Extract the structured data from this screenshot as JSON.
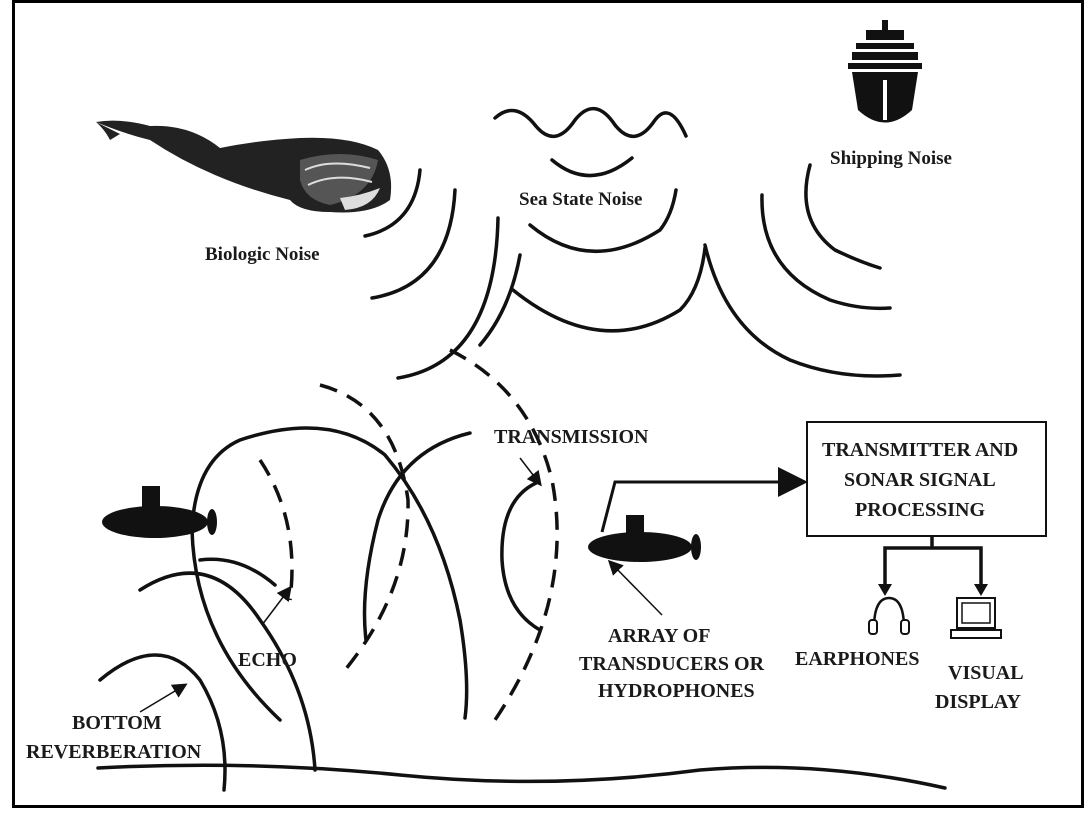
{
  "labels": {
    "biologic": "Biologic Noise",
    "sea_state": "Sea State Noise",
    "shipping": "Shipping Noise",
    "transmission": "TRANSMISSION",
    "echo": "ECHO",
    "bottom_1": "BOTTOM",
    "bottom_2": "REVERBERATION",
    "array_1": "ARRAY OF",
    "array_2": "TRANSDUCERS OR",
    "array_3": "HYDROPHONES",
    "earphones": "EARPHONES",
    "visual_1": "VISUAL",
    "visual_2": "DISPLAY"
  },
  "processor_box": {
    "line1": "TRANSMITTER AND",
    "line2": "SONAR SIGNAL",
    "line3": "PROCESSING"
  },
  "icons": [
    "whale-icon",
    "ship-icon",
    "submarine-icon",
    "headphones-icon",
    "computer-icon"
  ],
  "colors": {
    "ink": "#111111",
    "background": "#ffffff"
  }
}
